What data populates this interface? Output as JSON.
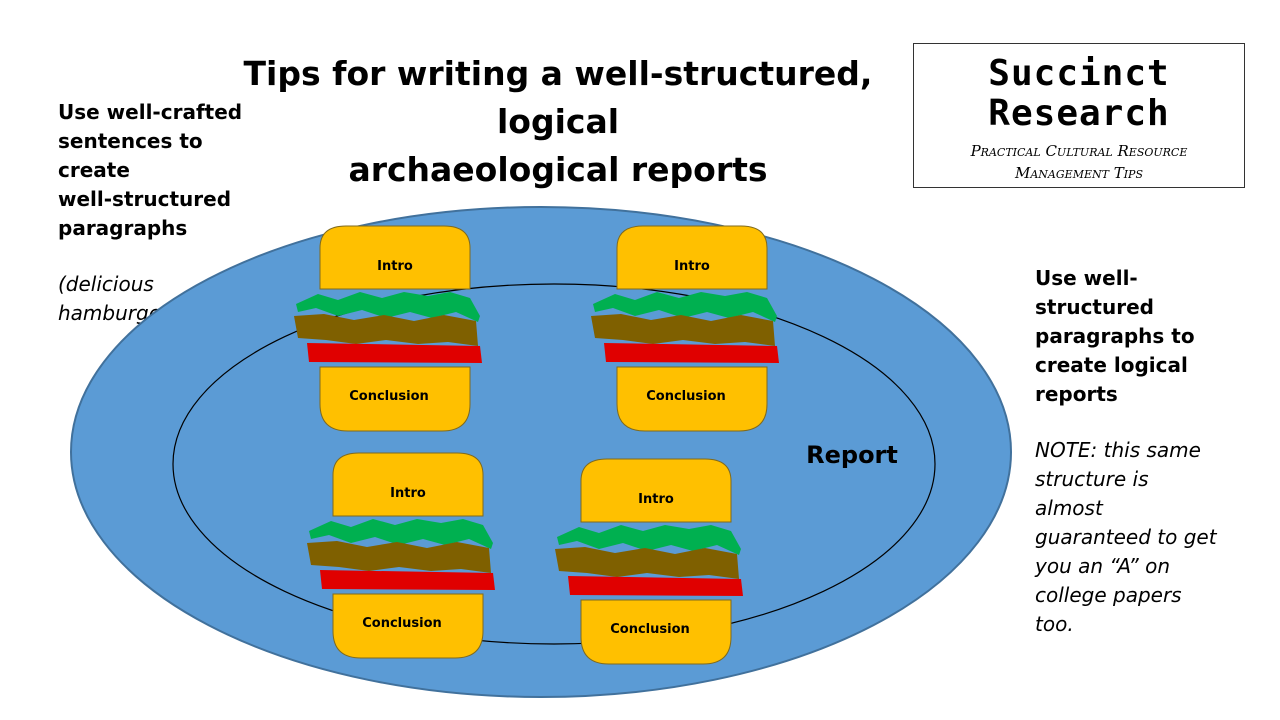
{
  "title": {
    "line1": "Tips for writing a well-structured, logical",
    "line2": "archaeological reports"
  },
  "left_tip": {
    "line1": "Use well-crafted",
    "line2": "sentences to create",
    "line3": "well-structured",
    "line4": "paragraphs",
    "aside1": "(delicious",
    "aside2": "hamburgers)"
  },
  "right_tip": {
    "line1": "Use well-",
    "line2": "structured",
    "line3": "paragraphs to",
    "line4": "create logical",
    "line5": "reports",
    "note1": "NOTE: this same",
    "note2": "structure is",
    "note3": "almost",
    "note4": "guaranteed to get",
    "note5": "you an “A” on",
    "note6": "college papers",
    "note7": "too."
  },
  "logo": {
    "name_line1": "Succinct",
    "name_line2": "Research",
    "tagline_line1": "Practical Cultural Resource",
    "tagline_line2": "Management Tips"
  },
  "diagram": {
    "report_label": "Report",
    "burgers": [
      {
        "top_label": "Intro",
        "bottom_label": "Conclusion"
      },
      {
        "top_label": "Intro",
        "bottom_label": "Conclusion"
      },
      {
        "top_label": "Intro",
        "bottom_label": "Conclusion"
      },
      {
        "top_label": "Intro",
        "bottom_label": "Conclusion"
      }
    ]
  },
  "colors": {
    "plate": "#5b9bd5",
    "plate_stroke": "#41719c",
    "bun": "#ffc000",
    "lettuce": "#00b050",
    "patty": "#7f6000",
    "tomato": "#e00000"
  }
}
